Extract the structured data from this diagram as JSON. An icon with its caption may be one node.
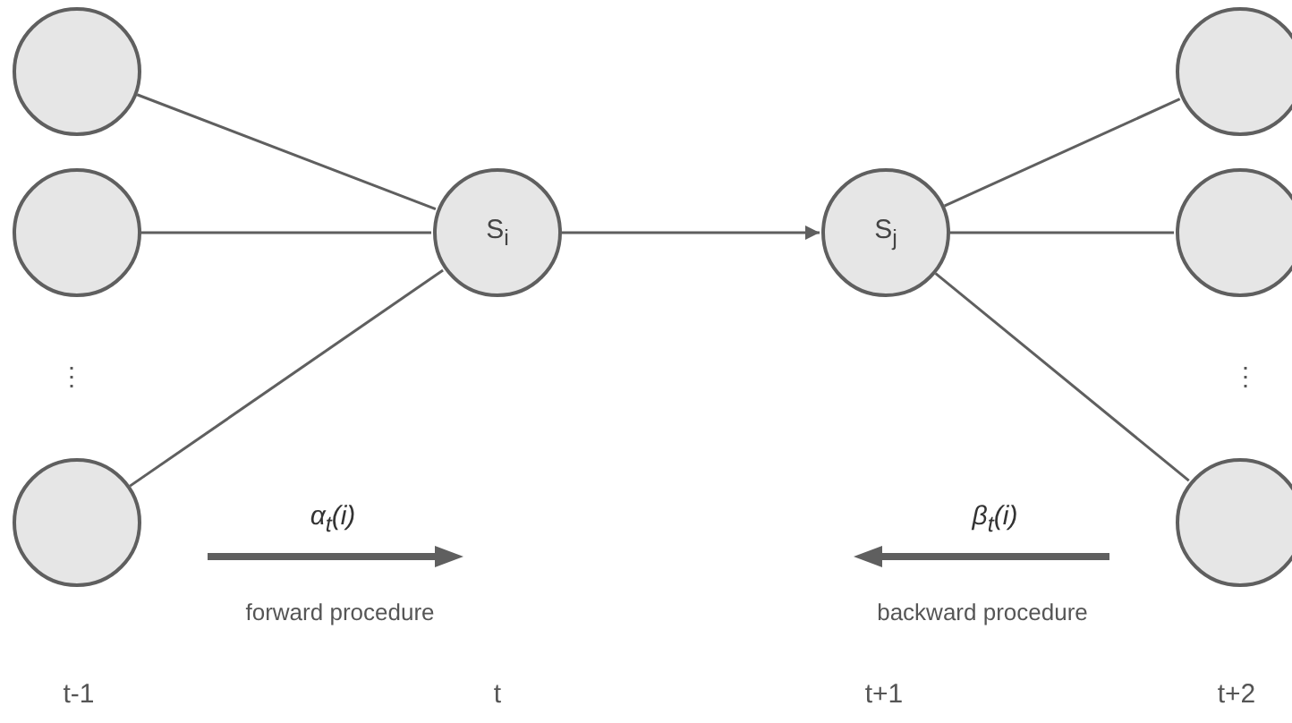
{
  "diagram": {
    "nodes": [
      {
        "text": [],
        "shape": "circle"
      },
      {
        "text": [],
        "shape": "circle"
      },
      {
        "text": [],
        "shape": "circle"
      },
      {
        "text": [
          "S$_{i}$"
        ]
      },
      {
        "text": [
          "S$_{j}$"
        ]
      },
      {
        "text": [],
        "shape": "circle"
      },
      {
        "text": [],
        "shape": "circle"
      },
      {
        "text": [],
        "shape": "circle"
      }
    ],
    "edges": [
      {
        "from": 0,
        "to": 3,
        "arrow": "none"
      },
      {
        "from": 1,
        "to": 3,
        "arrow": "none"
      },
      {
        "from": 2,
        "to": 3,
        "arrow": "none"
      },
      {
        "from": 3,
        "to": 4,
        "arrow": "to"
      },
      {
        "from": 4,
        "to": 5,
        "arrow": "none"
      },
      {
        "from": 4,
        "to": 6,
        "arrow": "none"
      },
      {
        "from": 4,
        "to": 7,
        "arrow": "none"
      }
    ],
    "labels": [
      "⋮",
      "⋮",
      "α$_{t}$(i)",
      "forward procedure",
      "β$_{t}$(i)",
      "backward procedure",
      "t-1",
      "t",
      "t+1",
      "t+2"
    ]
  }
}
